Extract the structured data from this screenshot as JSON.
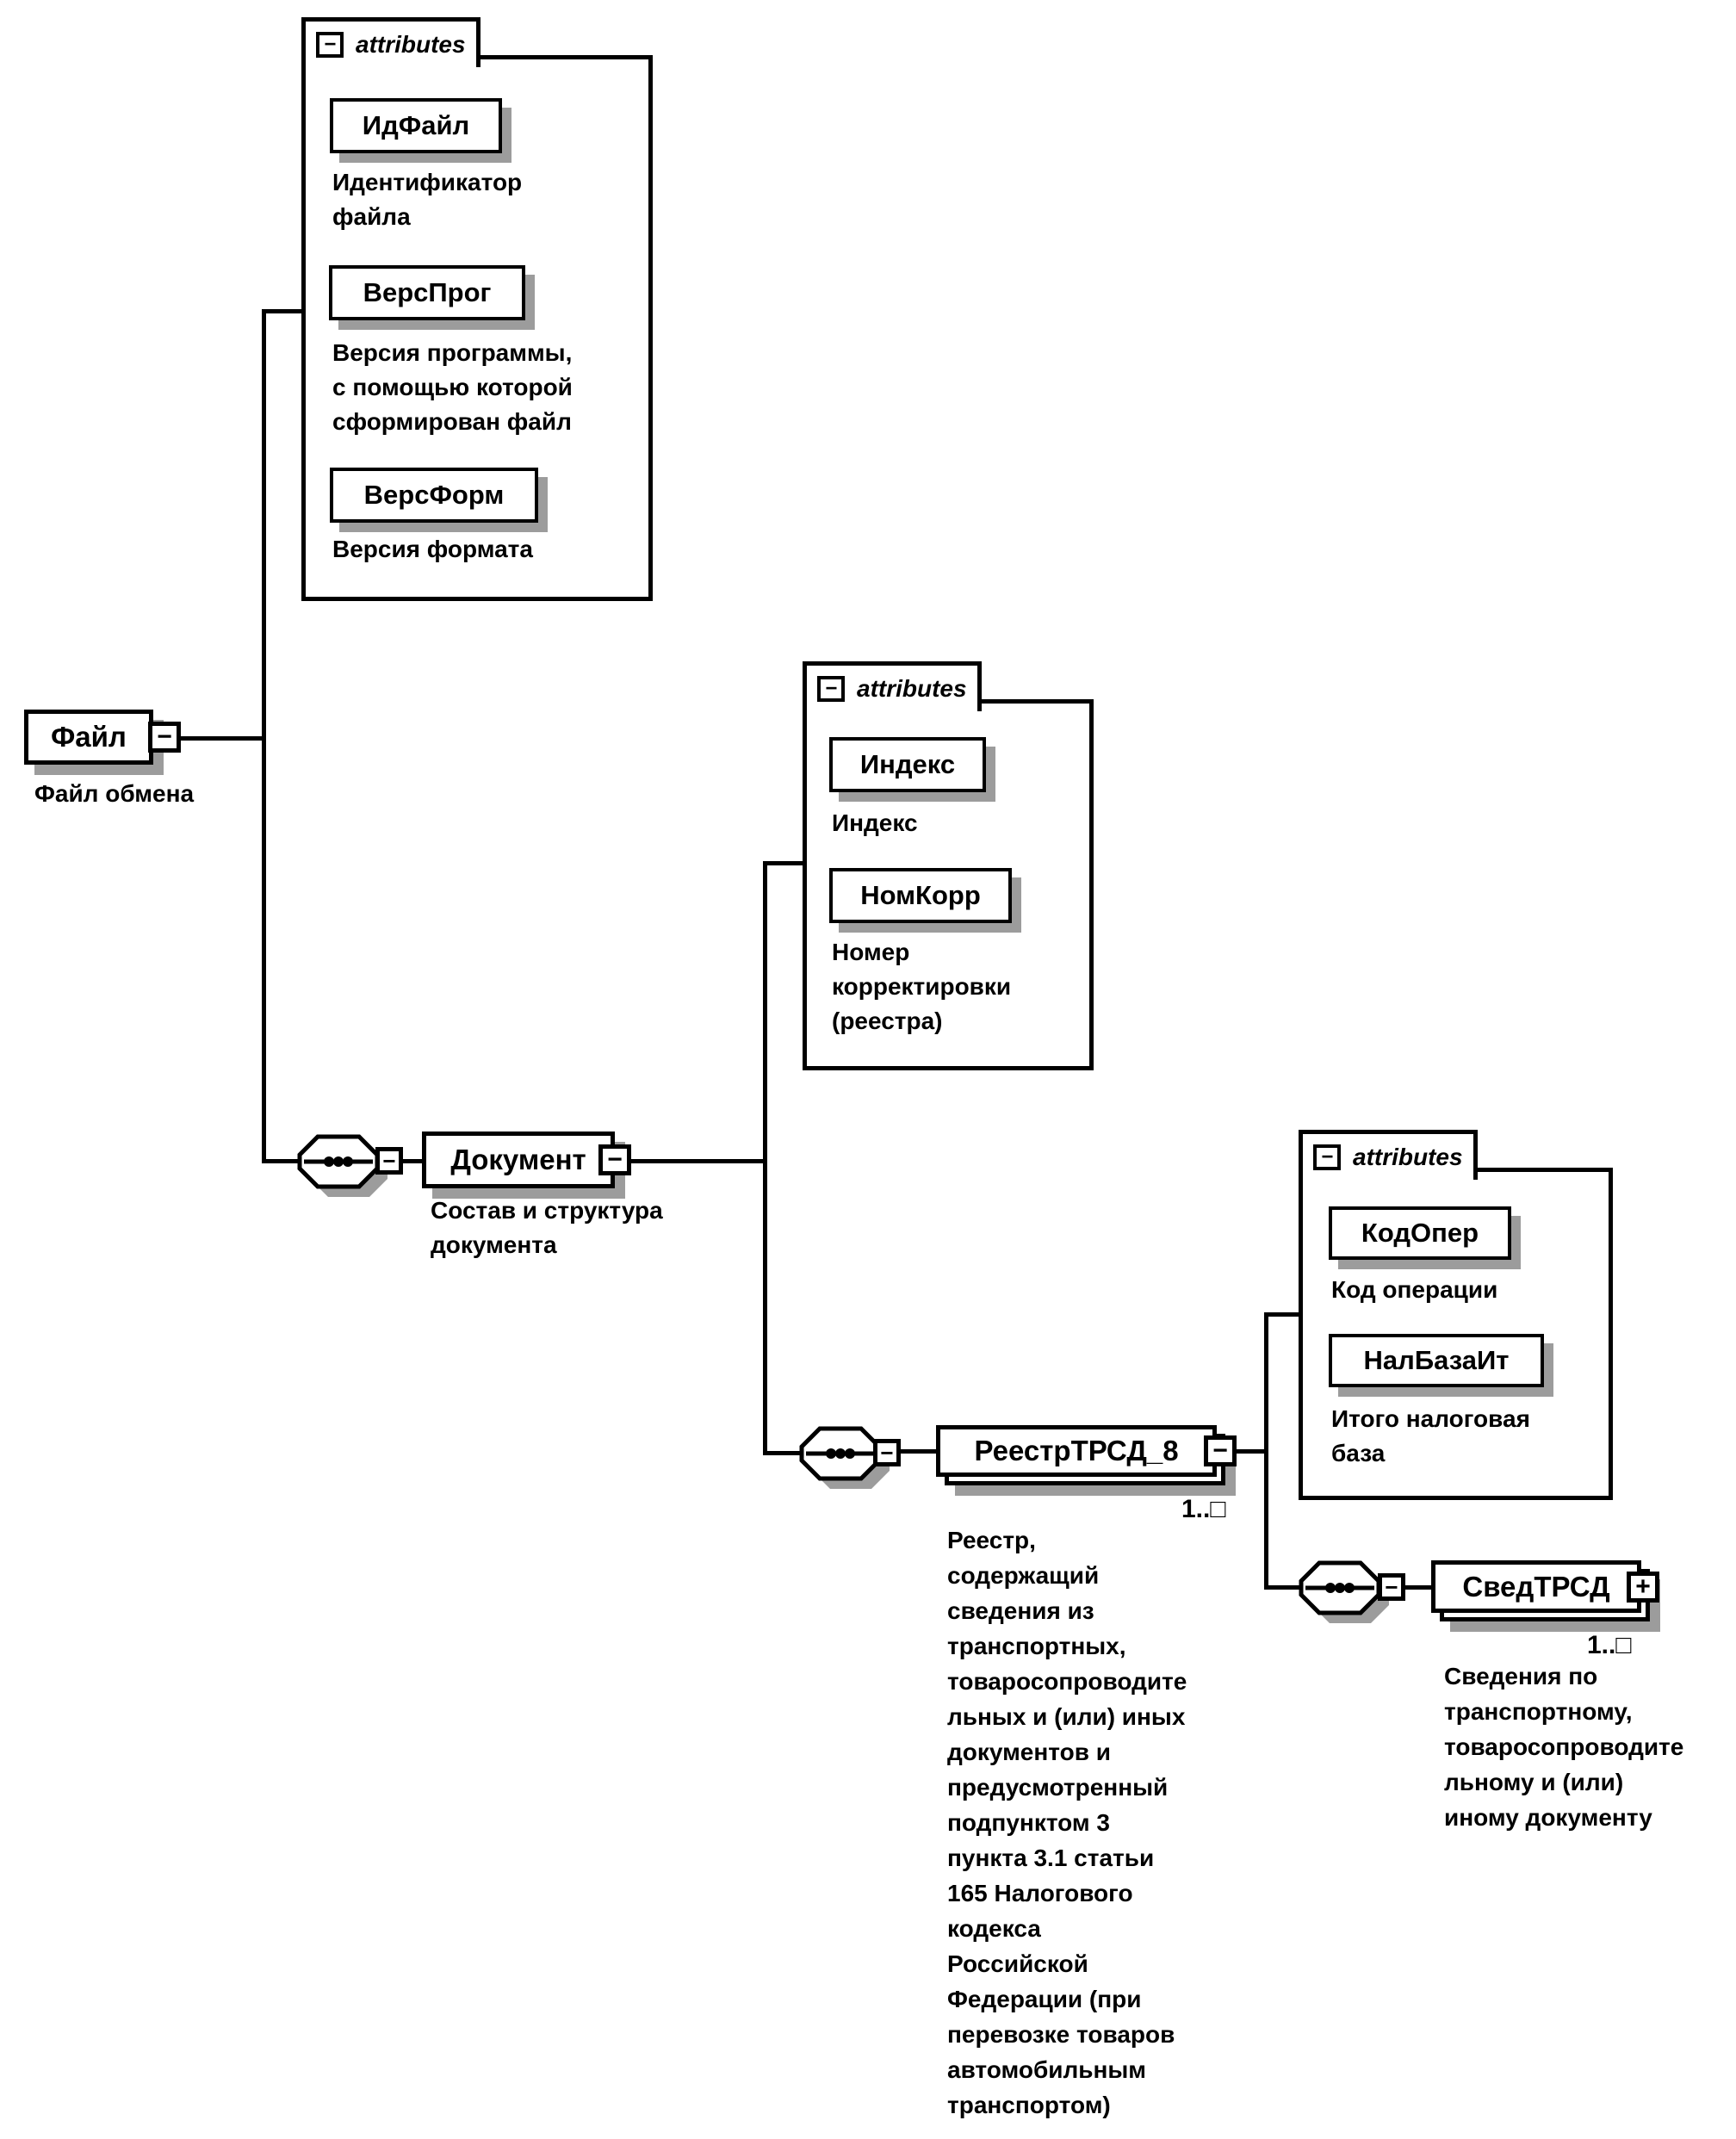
{
  "diagram_type": "xml-schema-diagram",
  "colors": {
    "ink": "#000000",
    "paper": "#ffffff",
    "shadow": "#9c9c9c"
  },
  "icons": {
    "collapse": "−",
    "expand": "+",
    "sequence": "sequence-compositor"
  },
  "nodes": {
    "file": {
      "name": "Файл",
      "expander": "−",
      "annotation": "Файл обмена"
    },
    "attrbox1": {
      "tab": "attributes",
      "icon": "−",
      "items": [
        {
          "name": "ИдФайл",
          "annotation": "Идентификатор\nфайла"
        },
        {
          "name": "ВерсПрог",
          "annotation": "Версия программы,\nс помощью которой\nсформирован файл"
        },
        {
          "name": "ВерсФорм",
          "annotation": "Версия формата"
        }
      ]
    },
    "document": {
      "name": "Документ",
      "expander": "−",
      "annotation": "Состав и структура\nдокумента"
    },
    "attrbox2": {
      "tab": "attributes",
      "icon": "−",
      "items": [
        {
          "name": "Индекс",
          "annotation": "Индекс"
        },
        {
          "name": "НомКорр",
          "annotation": "Номер\nкорректировки\n(реестра)"
        }
      ]
    },
    "reestr": {
      "name": "РеестрТРСД_8",
      "expander": "−",
      "cardinality": "1..□",
      "annotation": "Реестр,\nсодержащий\nсведения из\nтранспортных,\nтоваросопроводите\nльных и (или) иных\nдокументов и\nпредусмотренный\nподпунктом 3\nпункта 3.1 статьи\n165 Налогового\nкодекса\nРоссийской\nФедерации (при\nперевозке товаров\nавтомобильным\nтранспортом)"
    },
    "attrbox3": {
      "tab": "attributes",
      "icon": "−",
      "items": [
        {
          "name": "КодОпер",
          "annotation": "Код операции"
        },
        {
          "name": "НалБазаИт",
          "annotation": "Итого налоговая\nбаза"
        }
      ]
    },
    "sved": {
      "name": "СведТРСД",
      "expander": "+",
      "cardinality": "1..□",
      "annotation": "Сведения по\nтранспортному,\nтоваросопроводите\nльному и (или)\nиному документу"
    }
  }
}
